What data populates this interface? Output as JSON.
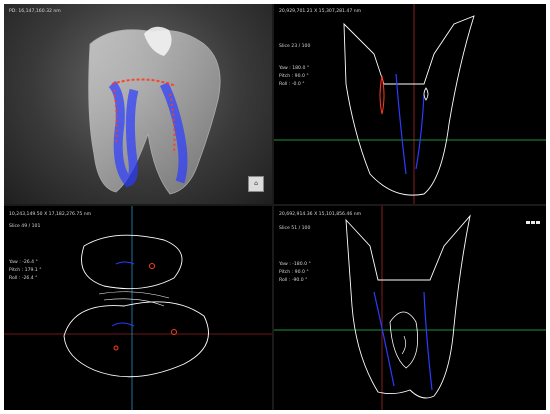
{
  "views": {
    "view3d": {
      "pd": "PD: 16,147,160.32 nm"
    },
    "sagittal": {
      "coords": "20,929,701.21 X 15,307,281.47 nm",
      "slice": "Slice 23 / 100",
      "yaw": "Yaw : 180.0 °",
      "pitch": "Pitch : 90.0 °",
      "roll": "Roll : -0.0 °"
    },
    "axial": {
      "coords": "10,243,149.50 X 17,182,276.75 nm",
      "slice": "Slice 49 / 101",
      "yaw": "Yaw : -26.4 °",
      "pitch": "Pitch : 179.1 °",
      "roll": "Roll : -26.4 °"
    },
    "coronal": {
      "coords": "20,692,914.36 X 15,101,856.46 nm",
      "slice": "Slice 51 / 100",
      "yaw": "Yaw : -180.0 °",
      "pitch": "Pitch : 90.0 °",
      "roll": "Roll : -90.0 °"
    }
  },
  "icons": [
    "orientation-cube-icon",
    "layout-toggle-icon"
  ],
  "colors": {
    "outline": "#ffffff",
    "canal_red": "#ff3b1f",
    "canal_blue": "#2b3cff",
    "crosshair_red": "#e03030",
    "crosshair_green": "#25c24a",
    "crosshair_blue": "#2ba6d8"
  }
}
